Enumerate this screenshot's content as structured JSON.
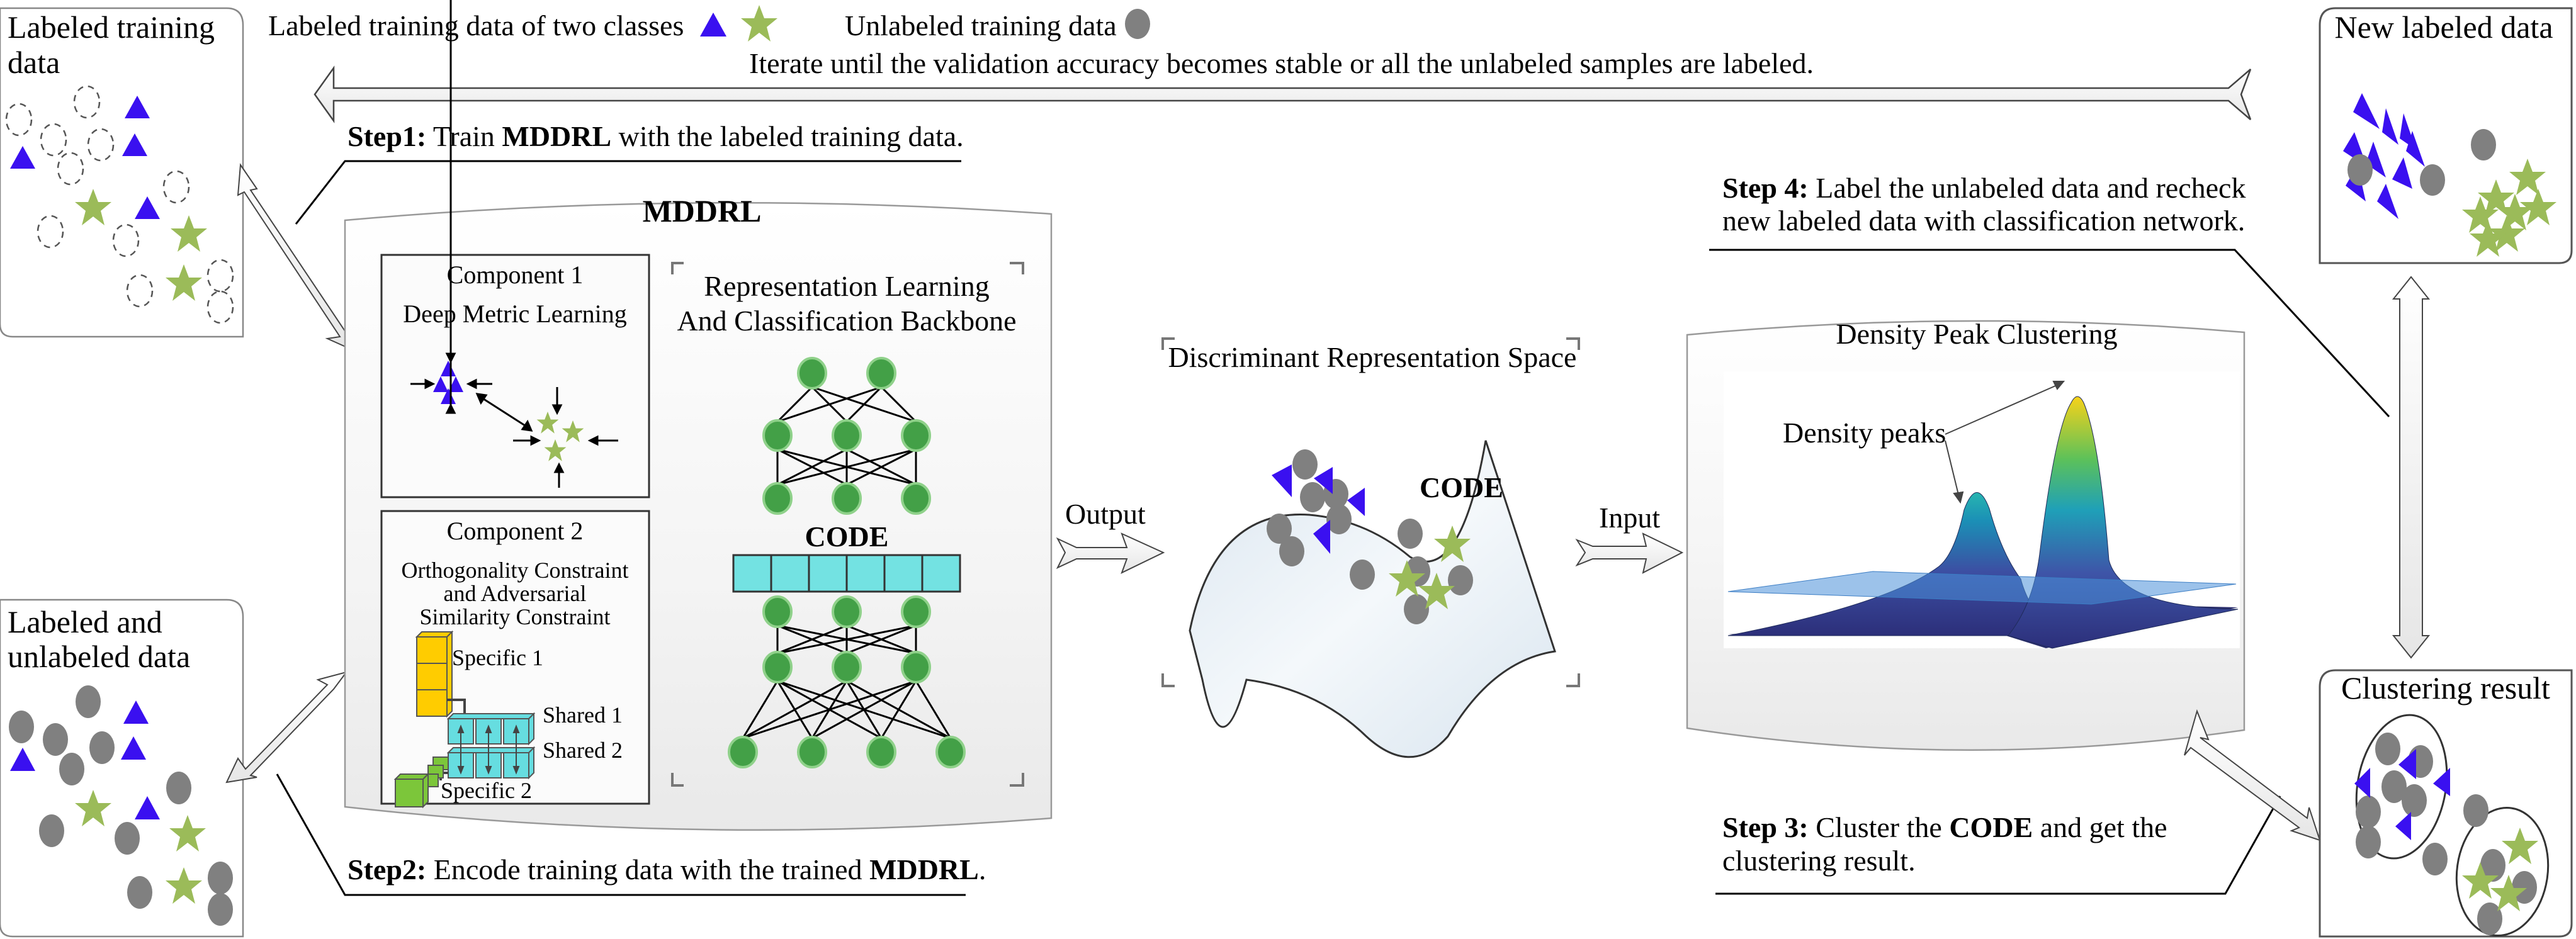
{
  "legend": {
    "labeled_text": "Labeled training data of two classes",
    "unlabeled_text": "Unlabeled training data"
  },
  "iterate_text": "Iterate until the validation accuracy becomes stable or all the unlabeled samples are labeled.",
  "boxes": {
    "labeled_training": {
      "title_line1": "Labeled training",
      "title_line2": "data"
    },
    "labeled_unlabeled": {
      "title_line1": "Labeled and",
      "title_line2": "unlabeled data"
    },
    "new_labeled": {
      "title": "New labeled data"
    },
    "clustering_result": {
      "title": "Clustering result"
    }
  },
  "steps": {
    "step1": {
      "label": "Step1:",
      "pre": " Train ",
      "bold": "MDDRL",
      "post": " with the labeled training data."
    },
    "step2": {
      "label": "Step2:",
      "pre": "  Encode training data with the trained ",
      "bold": "MDDRL",
      "post": "."
    },
    "step3": {
      "label": "Step 3:",
      "pre": " Cluster the ",
      "bold": "CODE",
      "post": " and get the",
      "line2": "clustering result."
    },
    "step4": {
      "label": "Step 4:",
      "line1": " Label the unlabeled data and recheck",
      "line2": "new labeled data with classification network."
    }
  },
  "mddrl": {
    "title": "MDDRL",
    "component1": {
      "title": "Component 1",
      "subtitle": "Deep Metric Learning"
    },
    "component2": {
      "title": "Component 2",
      "subtitle_lines": [
        "Orthogonality Constraint",
        "and Adversarial",
        "Similarity Constraint"
      ],
      "specific1": "Specific 1",
      "shared1": "Shared 1",
      "shared2": "Shared 2",
      "specific2": "Specific 2"
    },
    "backbone": {
      "title_line1": "Representation Learning",
      "title_line2": "And Classification Backbone",
      "code_label": "CODE"
    }
  },
  "flow": {
    "output_label": "Output",
    "input_label": "Input"
  },
  "representation_space": {
    "title": "Discriminant Representation Space",
    "code_label": "CODE"
  },
  "density": {
    "title": "Density Peak Clustering",
    "peaks_label": "Density peaks"
  },
  "colors": {
    "triangle": "#3a10f0",
    "star": "#9bbb59",
    "dot": "#808080",
    "node": "#43a047",
    "code_cell": "#73e2e2",
    "specific1": "#ffcc00",
    "specific2": "#7cc63a"
  }
}
